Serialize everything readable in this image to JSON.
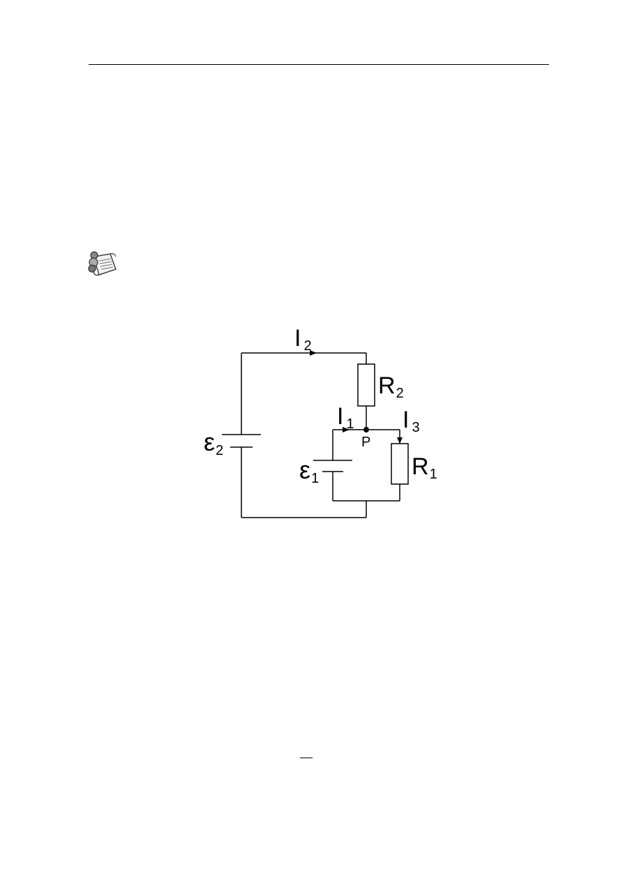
{
  "icons": {
    "note": "note-scroll-icon"
  },
  "circuit": {
    "labels": {
      "I2_main": "I",
      "I2_sub": "2",
      "R2_main": "R",
      "R2_sub": "2",
      "I1_main": "I",
      "I1_sub": "1",
      "I3_main": "I",
      "I3_sub": "3",
      "P": "P",
      "eps2_main": "ε",
      "eps2_sub": "2",
      "eps1_main": "ε",
      "eps1_sub": "1",
      "R1_main": "R",
      "R1_sub": "1"
    }
  }
}
